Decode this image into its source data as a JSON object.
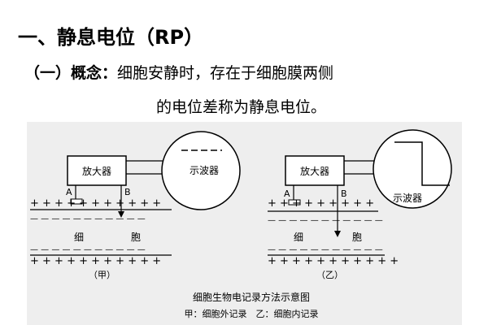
{
  "heading": "一、静息电位（RP）",
  "concept": {
    "label": "（一）概念：",
    "line1": "细胞安静时，存在于细胞膜两侧",
    "line2": "的电位差称为静息电位。"
  },
  "diagram": {
    "amplifier_label": "放大器",
    "oscilloscope_label": "示波器",
    "electrode_a": "A",
    "electrode_b": "B",
    "cell_char_1": "细",
    "cell_char_2": "胞",
    "panel_left_label": "（甲）",
    "panel_right_label": "（乙）",
    "caption": "细胞生物电记录方法示意图",
    "caption_sub": "甲：细胞外记录　乙：细胞内记录",
    "plus_row_left_top": "+ + + +    + + +    + + + +",
    "plus_row_right_top": "+ + +      + + +    + + +",
    "minus_row": "— — — — — — — — — — —",
    "plus_row_bottom": "+ + + + +  + + + + + +"
  }
}
